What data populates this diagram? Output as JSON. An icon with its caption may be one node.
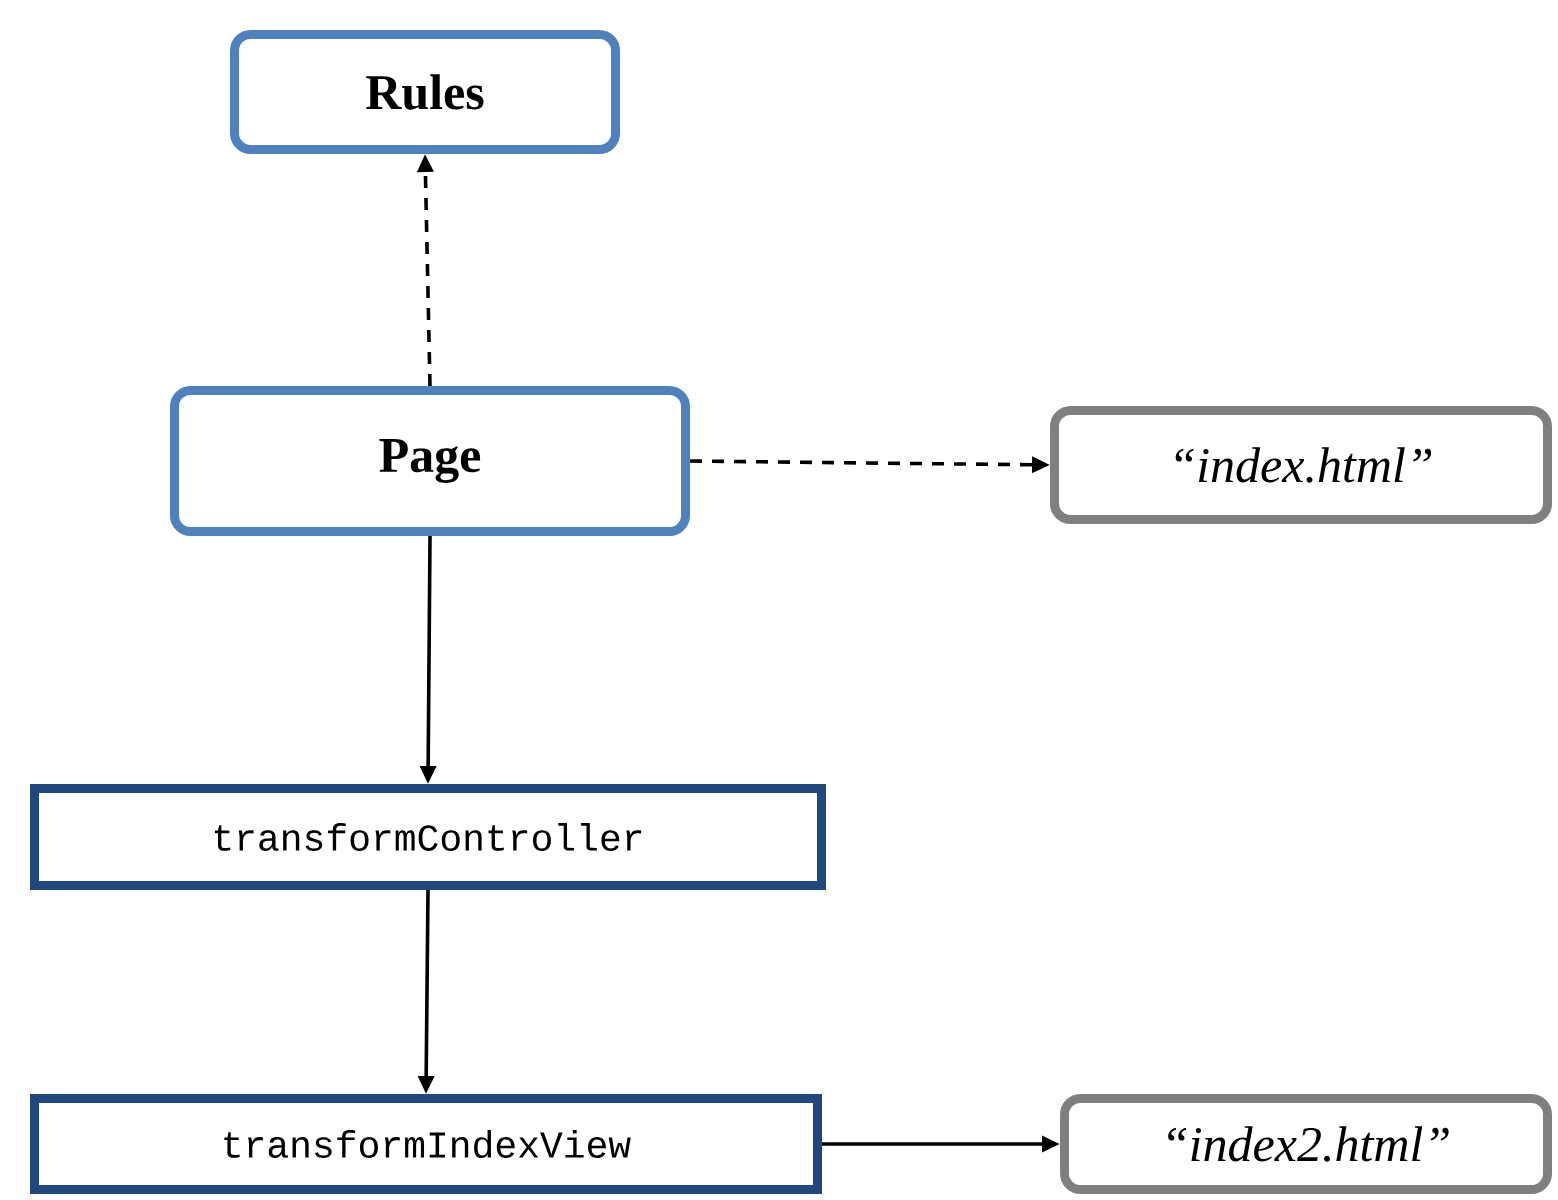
{
  "diagram": {
    "nodes": [
      {
        "text": [
          "Rules"
        ]
      },
      {
        "text": [
          "Page"
        ]
      },
      {
        "text": [
          "“index.html”"
        ]
      },
      {
        "text": [
          "transformController"
        ]
      },
      {
        "text": [
          "transformIndexView"
        ]
      },
      {
        "text": [
          "“index2.html”"
        ]
      }
    ],
    "edges": [
      {
        "from": 1,
        "to": 0,
        "arrow": "to",
        "style": "dashed"
      },
      {
        "from": 1,
        "to": 2,
        "arrow": "to",
        "style": "dashed"
      },
      {
        "from": 1,
        "to": 3,
        "arrow": "to"
      },
      {
        "from": 3,
        "to": 4,
        "arrow": "to"
      },
      {
        "from": 4,
        "to": 5,
        "arrow": "to"
      }
    ]
  }
}
